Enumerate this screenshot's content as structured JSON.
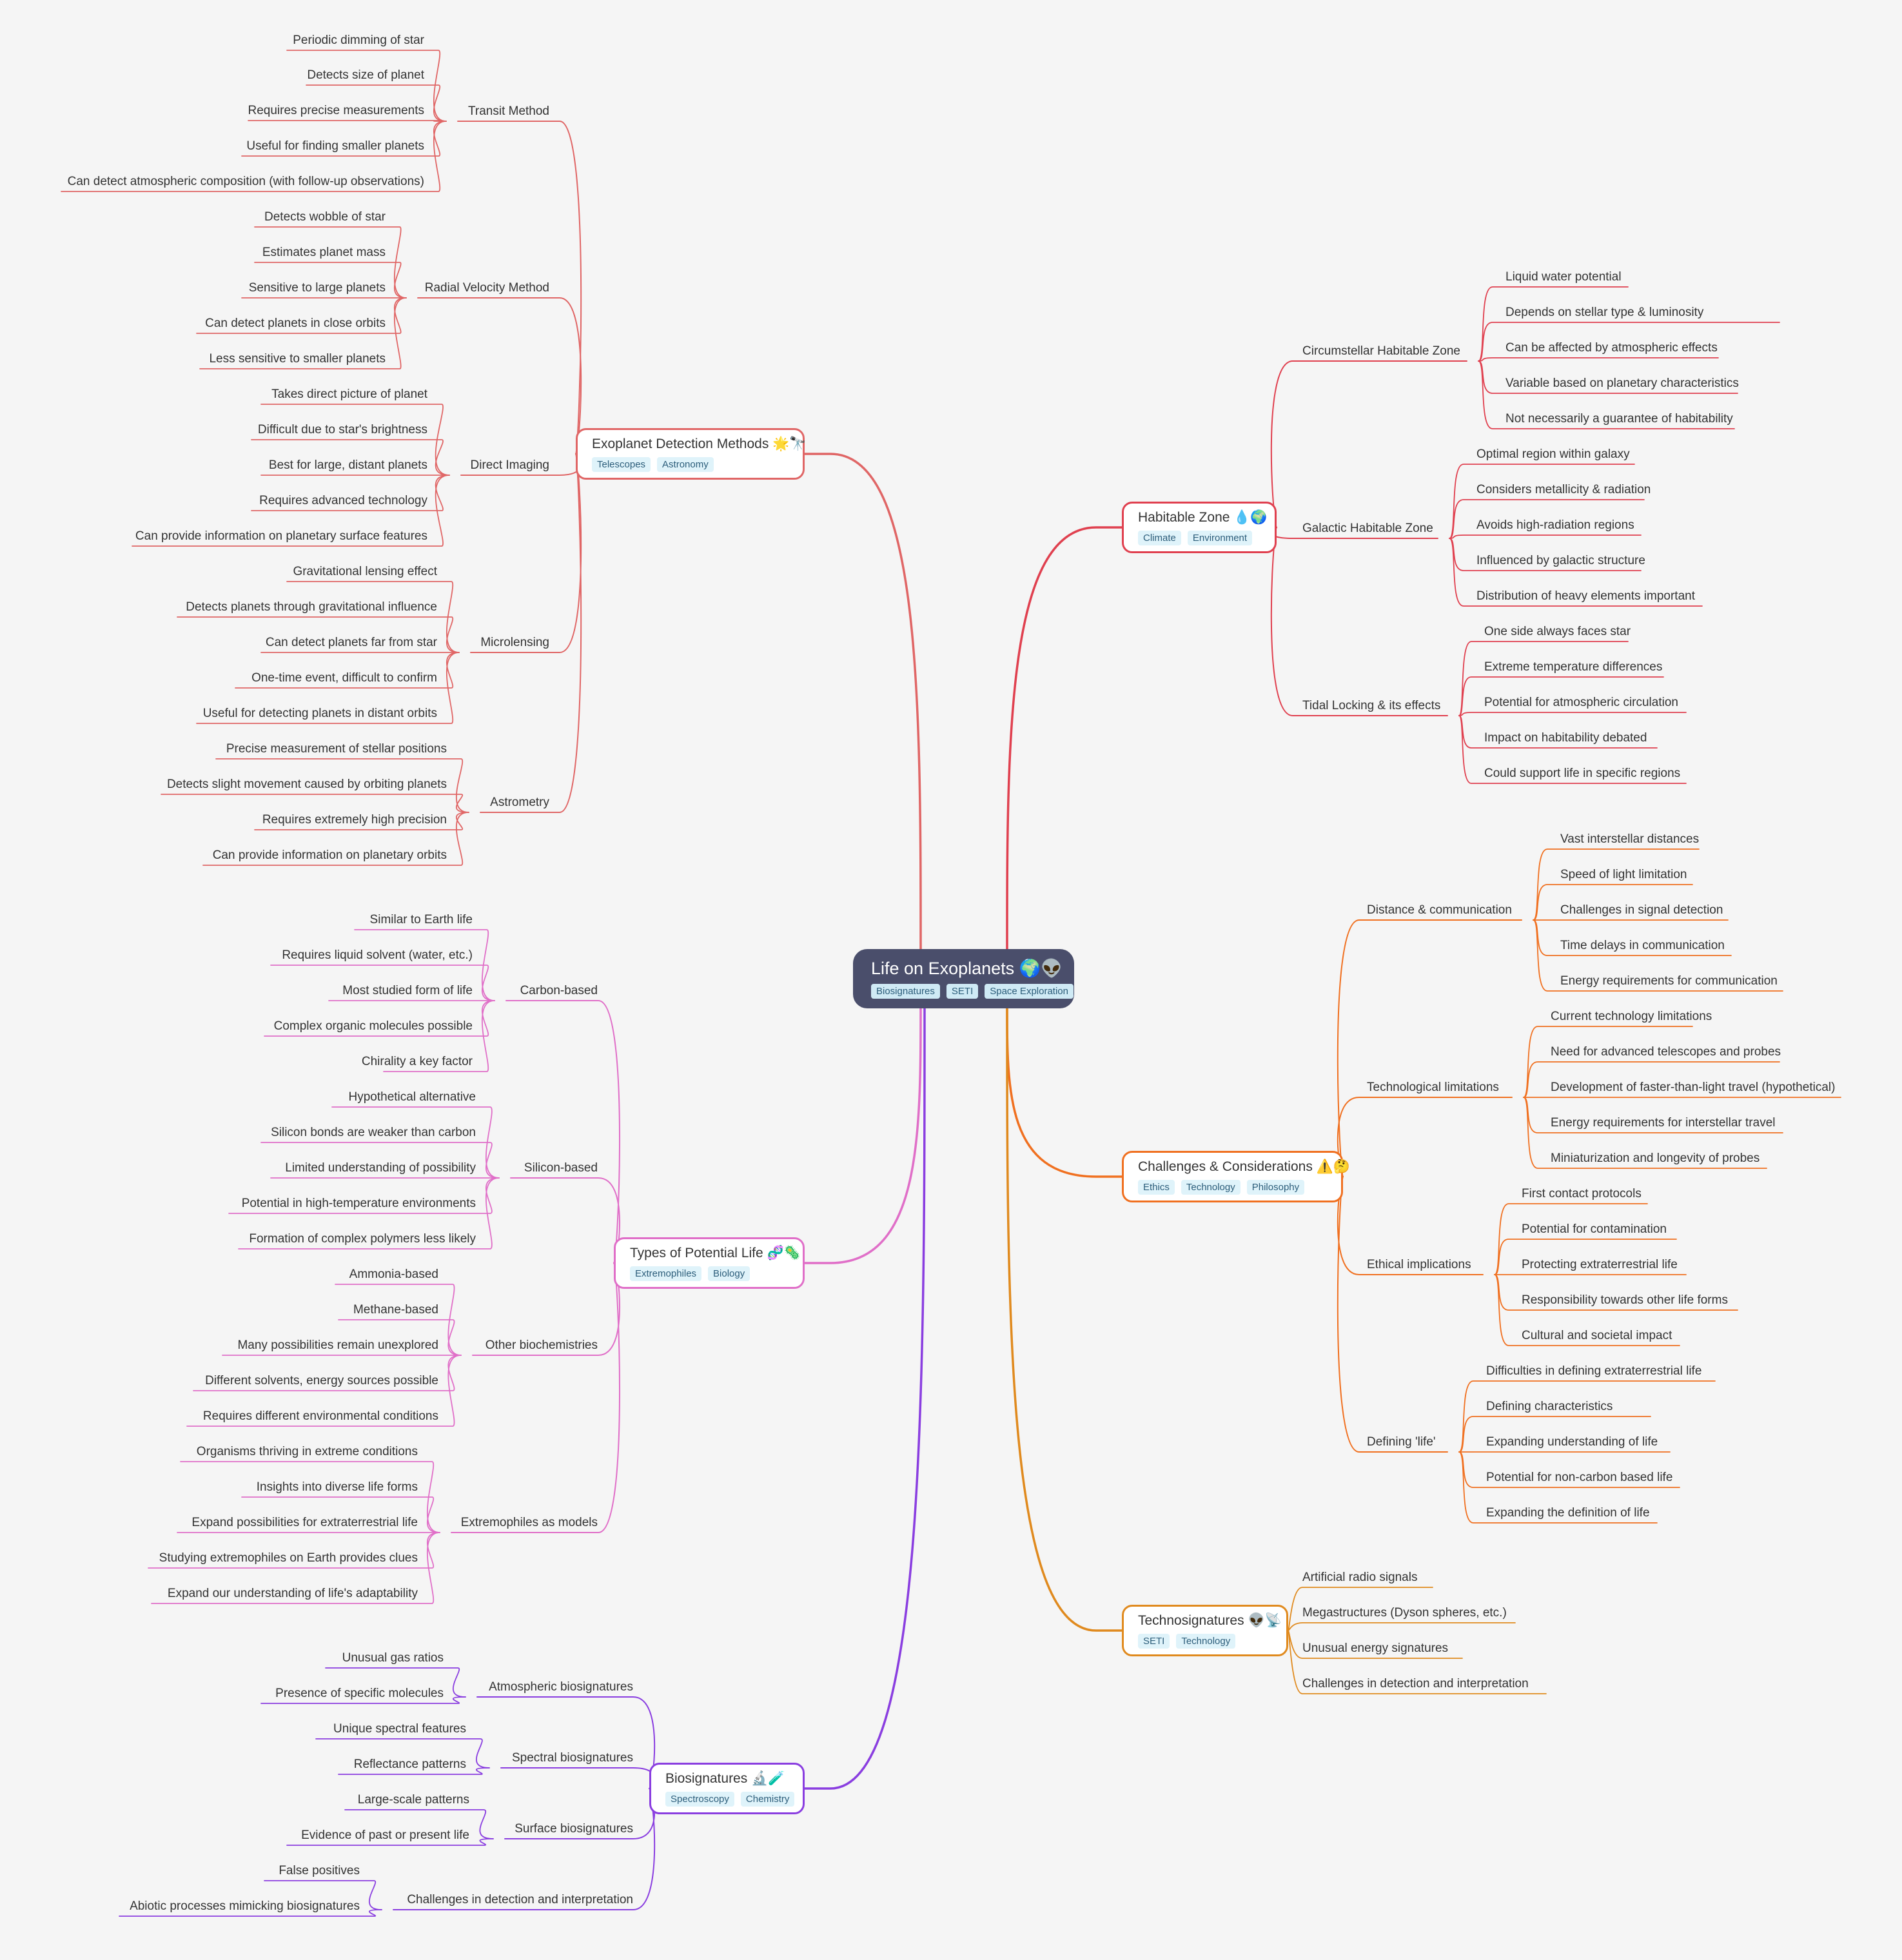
{
  "root": {
    "title": "Life on Exoplanets 🌍👽",
    "tags": [
      "Biosignatures",
      "SETI",
      "Space Exploration"
    ]
  },
  "branches": [
    {
      "id": "detection",
      "title": "Exoplanet Detection Methods 🌟🔭",
      "tags": [
        "Telescopes",
        "Astronomy"
      ],
      "color": "#e06666",
      "subs": [
        {
          "label": "Transit Method",
          "leaves": [
            "Periodic dimming of star",
            "Detects size of planet",
            "Requires precise measurements",
            "Useful for finding smaller planets",
            "Can detect atmospheric composition (with follow-up observations)"
          ]
        },
        {
          "label": "Radial Velocity Method",
          "leaves": [
            "Detects wobble of star",
            "Estimates planet mass",
            "Sensitive to large planets",
            "Can detect planets in close orbits",
            "Less sensitive to smaller planets"
          ]
        },
        {
          "label": "Direct Imaging",
          "leaves": [
            "Takes direct picture of planet",
            "Difficult due to star's brightness",
            "Best for large, distant planets",
            "Requires advanced technology",
            "Can provide information on planetary surface features"
          ]
        },
        {
          "label": "Microlensing",
          "leaves": [
            "Gravitational lensing effect",
            "Detects planets through gravitational influence",
            "Can detect planets far from star",
            "One-time event, difficult to confirm",
            "Useful for detecting planets in distant orbits"
          ]
        },
        {
          "label": "Astrometry",
          "leaves": [
            "Precise measurement of stellar positions",
            "Detects slight movement caused by orbiting planets",
            "Requires extremely high precision",
            "Can provide information on planetary orbits"
          ]
        }
      ]
    },
    {
      "id": "types",
      "title": "Types of Potential Life 🧬🦠",
      "tags": [
        "Extremophiles",
        "Biology"
      ],
      "color": "#e06fc8",
      "subs": [
        {
          "label": "Carbon-based",
          "leaves": [
            "Similar to Earth life",
            "Requires liquid solvent (water, etc.)",
            "Most studied form of life",
            "Complex organic molecules possible",
            "Chirality a key factor"
          ]
        },
        {
          "label": "Silicon-based",
          "leaves": [
            "Hypothetical alternative",
            "Silicon bonds are weaker than carbon",
            "Limited understanding of possibility",
            "Potential in high-temperature environments",
            "Formation of complex polymers less likely"
          ]
        },
        {
          "label": "Other biochemistries",
          "leaves": [
            "Ammonia-based",
            "Methane-based",
            "Many possibilities remain unexplored",
            "Different solvents, energy sources possible",
            "Requires different environmental conditions"
          ]
        },
        {
          "label": "Extremophiles as models",
          "leaves": [
            "Organisms thriving in extreme conditions",
            "Insights into diverse life forms",
            "Expand possibilities for extraterrestrial life",
            "Studying extremophiles on Earth provides clues",
            "Expand our understanding of life's adaptability"
          ]
        }
      ]
    },
    {
      "id": "biosig",
      "title": "Biosignatures 🔬🧪",
      "tags": [
        "Spectroscopy",
        "Chemistry"
      ],
      "color": "#8a3ee0",
      "subs": [
        {
          "label": "Atmospheric biosignatures",
          "leaves": [
            "Unusual gas ratios",
            "Presence of specific molecules"
          ]
        },
        {
          "label": "Spectral biosignatures",
          "leaves": [
            "Unique spectral features",
            "Reflectance patterns"
          ]
        },
        {
          "label": "Surface biosignatures",
          "leaves": [
            "Large-scale patterns",
            "Evidence of past or present life"
          ]
        },
        {
          "label": "Challenges in detection and interpretation",
          "leaves": [
            "False positives",
            "Abiotic processes mimicking biosignatures"
          ]
        }
      ]
    },
    {
      "id": "habitable",
      "title": "Habitable Zone 💧🌍",
      "tags": [
        "Climate",
        "Environment"
      ],
      "color": "#e0404f",
      "subs": [
        {
          "label": "Circumstellar Habitable Zone",
          "leaves": [
            "Liquid water potential",
            "Depends on stellar type & luminosity",
            "Can be affected by atmospheric effects",
            "Variable based on planetary characteristics",
            "Not necessarily a guarantee of habitability"
          ]
        },
        {
          "label": "Galactic Habitable Zone",
          "leaves": [
            "Optimal region within galaxy",
            "Considers metallicity & radiation",
            "Avoids high-radiation regions",
            "Influenced by galactic structure",
            "Distribution of heavy elements important"
          ]
        },
        {
          "label": "Tidal Locking & its effects",
          "leaves": [
            "One side always faces star",
            "Extreme temperature differences",
            "Potential for atmospheric circulation",
            "Impact on habitability debated",
            "Could support life in specific regions"
          ]
        }
      ]
    },
    {
      "id": "challenges",
      "title": "Challenges & Considerations ⚠️🤔",
      "tags": [
        "Ethics",
        "Technology",
        "Philosophy"
      ],
      "color": "#f07020",
      "subs": [
        {
          "label": "Distance & communication",
          "leaves": [
            "Vast interstellar distances",
            "Speed of light limitation",
            "Challenges in signal detection",
            "Time delays in communication",
            "Energy requirements for communication"
          ]
        },
        {
          "label": "Technological limitations",
          "leaves": [
            "Current technology limitations",
            "Need for advanced telescopes and probes",
            "Development of faster-than-light travel (hypothetical)",
            "Energy requirements for interstellar travel",
            "Miniaturization and longevity of probes"
          ]
        },
        {
          "label": "Ethical implications",
          "leaves": [
            "First contact protocols",
            "Potential for contamination",
            "Protecting extraterrestrial life",
            "Responsibility towards other life forms",
            "Cultural and societal impact"
          ]
        },
        {
          "label": "Defining 'life'",
          "leaves": [
            "Difficulties in defining extraterrestrial life",
            "Defining characteristics",
            "Expanding understanding of life",
            "Potential for non-carbon based life",
            "Expanding the definition of life"
          ]
        }
      ]
    },
    {
      "id": "techno",
      "title": "Technosignatures 👽📡",
      "tags": [
        "SETI",
        "Technology"
      ],
      "color": "#e08a1e",
      "leaves": [
        "Artificial radio signals",
        "Megastructures (Dyson spheres, etc.)",
        "Unusual energy signatures",
        "Challenges in detection and interpretation"
      ]
    }
  ]
}
